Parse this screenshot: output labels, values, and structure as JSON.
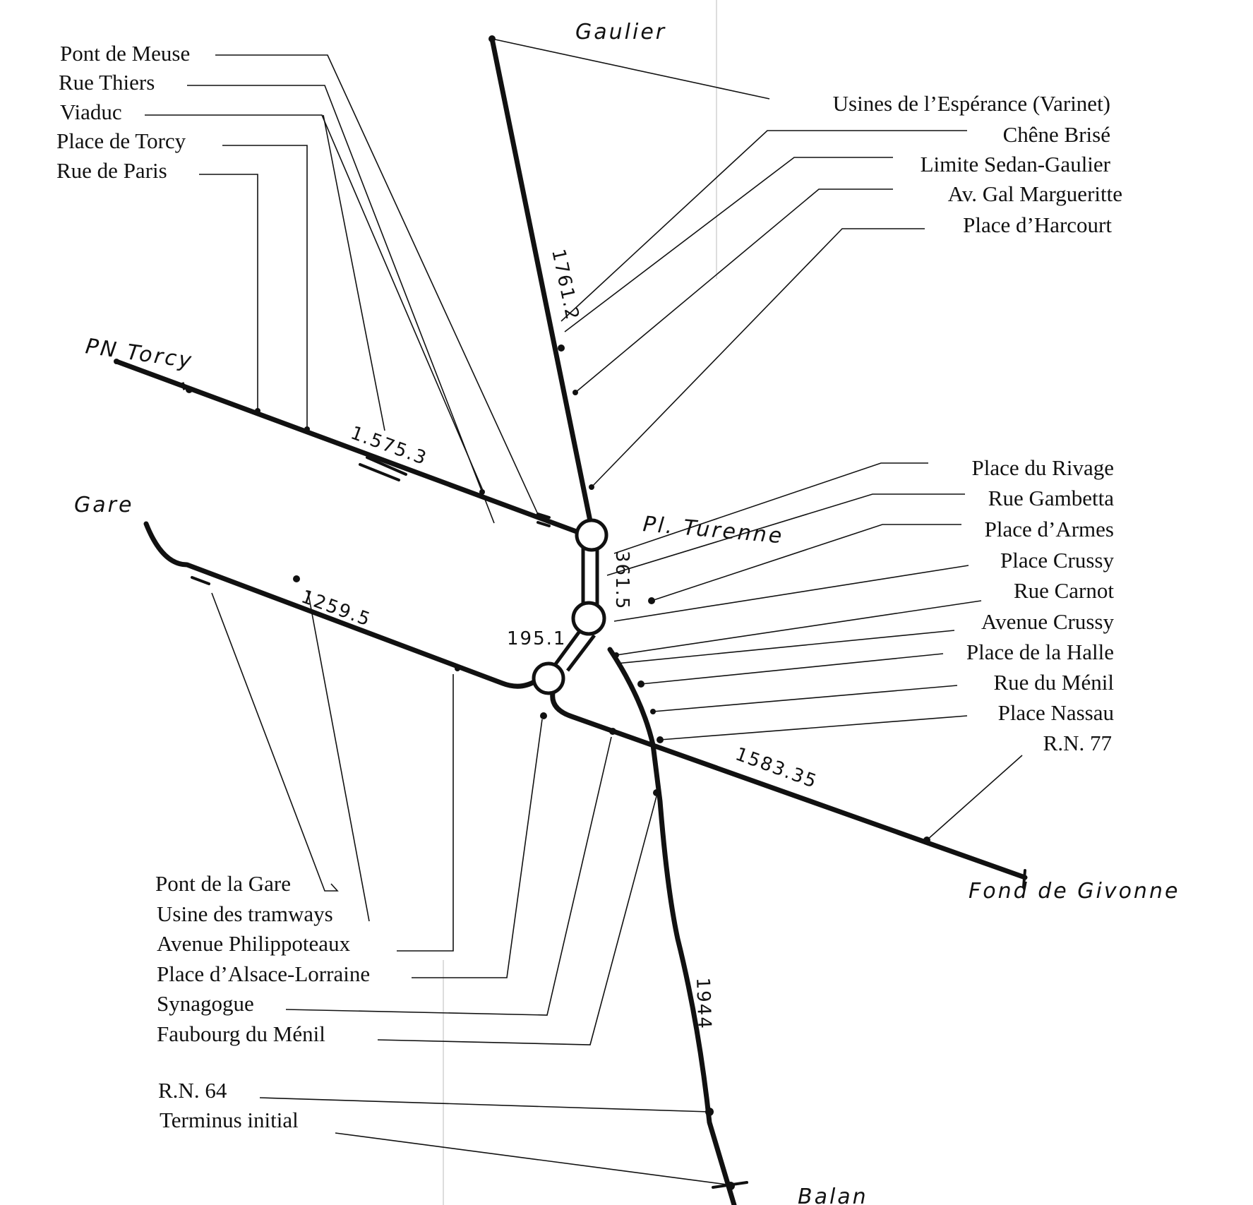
{
  "termini": {
    "gaulier": "Gaulier",
    "pn_torcy": "PN Torcy",
    "gare": "Gare",
    "pl_turenne": "Pl. Turenne",
    "fond_de_givonne": "Fond de Givonne",
    "balan": "Balan"
  },
  "distances": {
    "torcy_branch": "1.575.3",
    "gaulier_branch": "1761.2",
    "turenne_link": "361.5",
    "gare_branch": "1259.5",
    "centre_link": "195.1",
    "givonne_branch": "1583.35",
    "balan_branch": "1944"
  },
  "stops_upper_left": [
    "Pont de Meuse",
    "Rue Thiers",
    "Viaduc",
    "Place de Torcy",
    "Rue de Paris"
  ],
  "stops_upper_right": [
    "Usines de l’Espérance (Varinet)",
    "Chêne Brisé",
    "Limite Sedan-Gaulier",
    "Av. Gal  Margueritte",
    "Place d’Harcourt"
  ],
  "stops_middle_right": [
    "Place du Rivage",
    "Rue Gambetta",
    "Place d’Armes",
    "Place Crussy",
    "Rue Carnot",
    "Avenue Crussy",
    "Place de la Halle",
    "Rue du Ménil",
    "Place Nassau",
    "R.N. 77"
  ],
  "stops_lower_left": [
    "Pont de la Gare",
    "Usine des tramways",
    "Avenue Philippoteaux",
    "Place d’Alsace-Lorraine",
    "Synagogue",
    "Faubourg du Ménil"
  ],
  "stops_bottom_left": [
    "R.N. 64",
    "Terminus initial"
  ]
}
